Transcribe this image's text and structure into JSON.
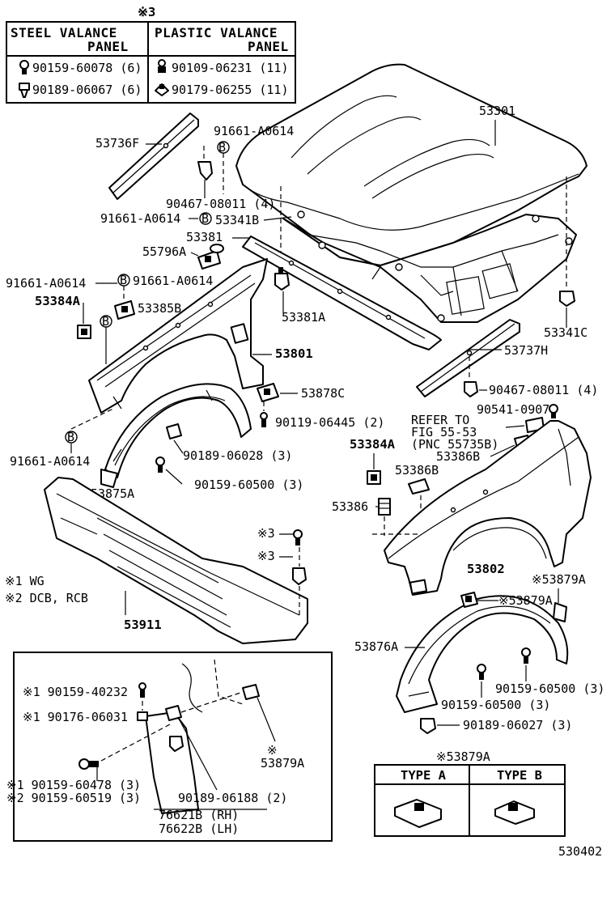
{
  "legend_table": {
    "marker": "※3",
    "col_steel_line1": "STEEL VALANCE",
    "col_steel_line2": "PANEL",
    "col_plastic_line1": "PLASTIC VALANCE",
    "col_plastic_line2": "PANEL",
    "steel_rows": [
      "90159-60078 (6)",
      "90189-06067 (6)"
    ],
    "plastic_rows": [
      "90109-06231 (11)",
      "90179-06255 (11)"
    ]
  },
  "notes": {
    "note1": "※1 WG",
    "note2": "※2 DCB, RCB"
  },
  "labels": {
    "p53301": "53301",
    "p53736F": "53736F",
    "p91661_top": "91661-A0614",
    "p90467_top": "90467-08011 (4)",
    "p91661_mid": "91661-A0614",
    "p53341B": "53341B",
    "p53381": "53381",
    "p55796A": "55796A",
    "p91661_l": "91661-A0614",
    "p91661_r": "91661-A0614",
    "p53384A_l": "53384A",
    "p53385B": "53385B",
    "p53381A": "53381A",
    "p53341C": "53341C",
    "p53737H": "53737H",
    "p53801": "53801",
    "p53878C": "53878C",
    "p90467_bot": "90467-08011 (4)",
    "p90541": "90541-09071",
    "p90119": "90119-06445 (2)",
    "refer_1": "REFER TO",
    "refer_2": "FIG 55-53",
    "refer_3": "(PNC 55735B)",
    "p53384A_r": "53384A",
    "p53386B_1": "53386B",
    "p53386B_2": "53386B",
    "p91661_low": "91661-A0614",
    "p90189_06028": "90189-06028 (3)",
    "p90159_60500_a": "90159-60500 (3)",
    "p53875A": "53875A",
    "p53386": "53386",
    "p53802": "53802",
    "p3_a": "※3",
    "p3_b": "※3",
    "p53911": "53911",
    "p53879A_a": "※53879A",
    "p53879A_b": "※53879A",
    "p53876A": "53876A",
    "p90159_60500_b": "90159-60500 (3)",
    "p90159_60500_c": "90159-60500 (3)",
    "p90189_06027": "90189-06027 (3)"
  },
  "inset": {
    "l1": "※1 90159-40232",
    "l2": "※1 90176-06031",
    "l3_star": "※",
    "l3": "53879A",
    "l4": "※1 90159-60478 (3)",
    "l5": "※2 90159-60519 (3)",
    "l6": "90189-06188 (2)",
    "l7": "76621B (RH)",
    "l8": "76622B (LH)"
  },
  "type_table": {
    "title": "※53879A",
    "type_a": "TYPE A",
    "type_b": "TYPE B"
  },
  "figure_code": "530402"
}
